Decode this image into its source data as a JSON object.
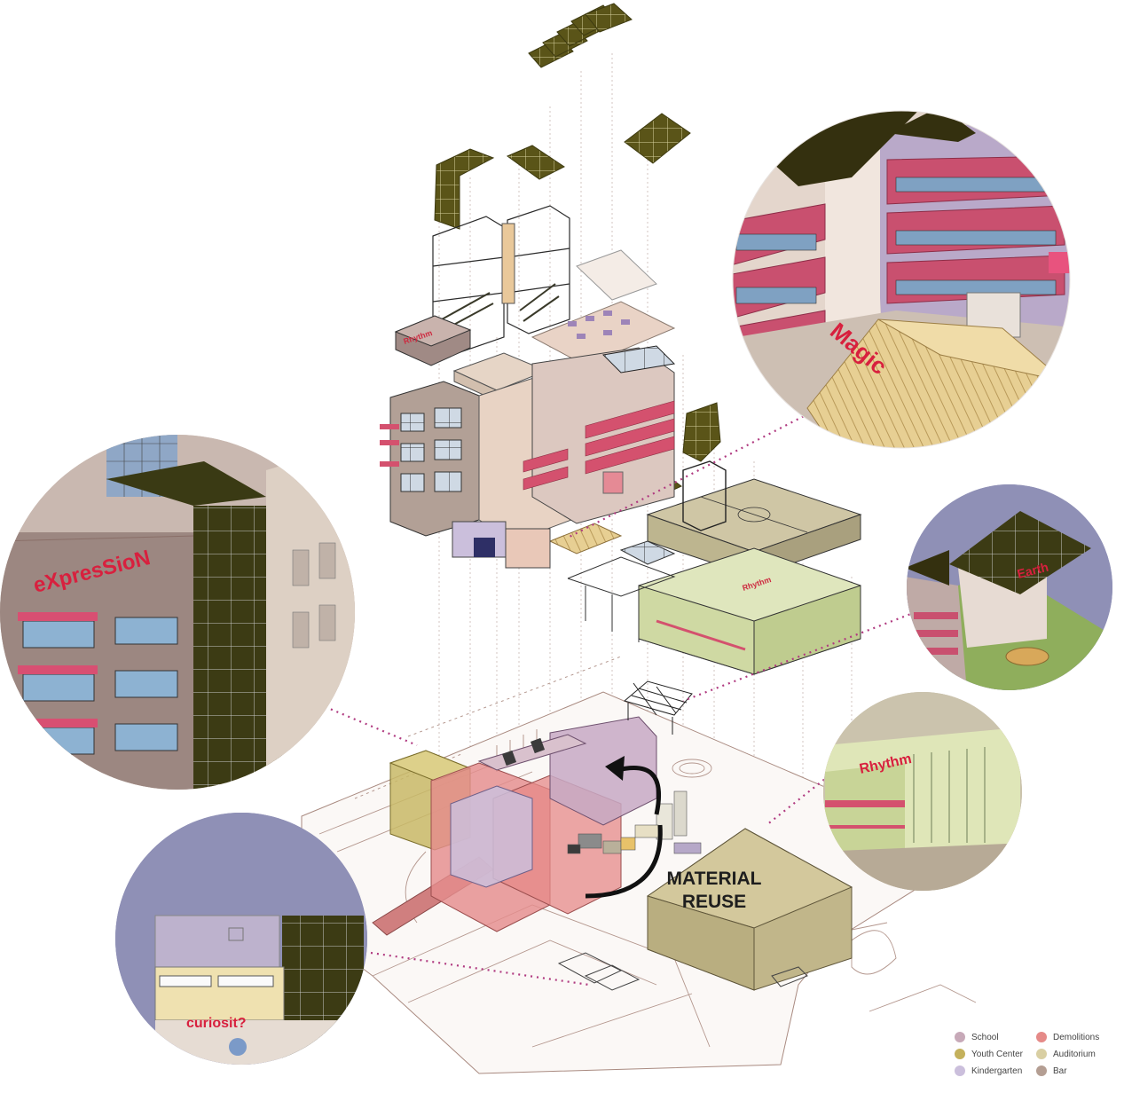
{
  "callouts": {
    "magic": "Magic",
    "expression": "eXpresSioN",
    "earth": "Earth",
    "rhythm": "Rhythm",
    "curiosity": "curiosit?"
  },
  "material_reuse": [
    "MATERIAL",
    "REUSE"
  ],
  "legend": [
    {
      "label": "School",
      "color": "#c7a9b8"
    },
    {
      "label": "Demolitions",
      "color": "#e58a88"
    },
    {
      "label": "Youth Center",
      "color": "#c4b15c"
    },
    {
      "label": "Auditorium",
      "color": "#d9cfa3"
    },
    {
      "label": "Kindergarten",
      "color": "#cbbfdc"
    },
    {
      "label": "Bar",
      "color": "#b49e93"
    }
  ],
  "colors": {
    "accent_red": "#e0245e",
    "solar": "#5a5418",
    "sky": "#8f90b6",
    "grass": "#8fae5c",
    "line": "#b28f86",
    "callout_dots": "#b03a80"
  }
}
